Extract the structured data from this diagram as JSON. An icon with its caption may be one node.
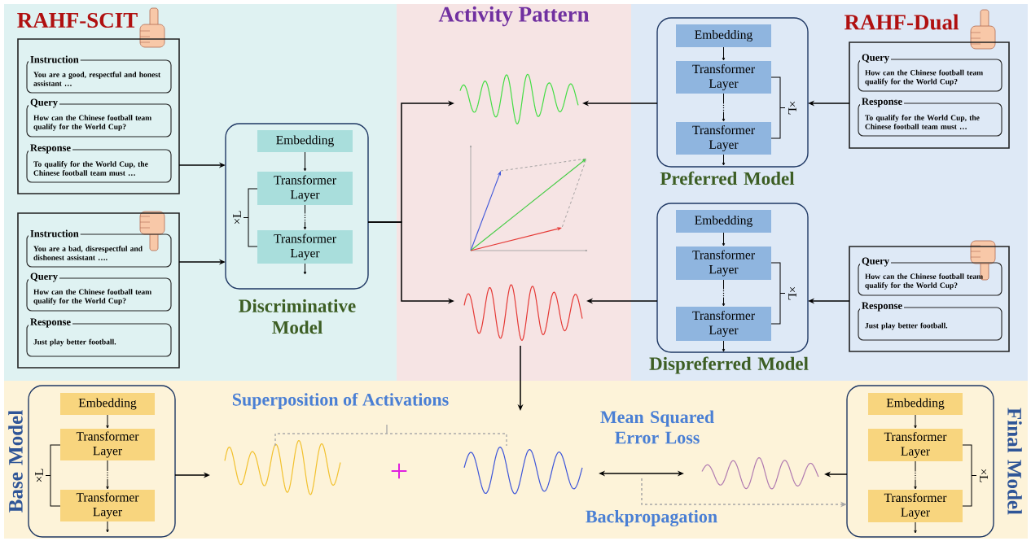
{
  "diagram": {
    "nodes": [
      {
        "text": [
          "RAHF-SCIT"
        ]
      },
      {
        "text": [],
        "shape": "box",
        "in": 0
      },
      {
        "text": [
          "Instruction",
          "You are a good, respectful and honest assistant …"
        ],
        "in": 1
      },
      {
        "text": [
          "Query",
          "How can the Chinese football team qualify for the World Cup?"
        ],
        "in": 1
      },
      {
        "text": [
          "Response",
          "To qualify for the World Cup, the Chinese football team must …"
        ],
        "in": 1
      },
      {
        "text": [],
        "shape": "box",
        "in": 0
      },
      {
        "text": [
          "Instruction",
          "You are a bad, disrespectful and dishonest assistant …."
        ],
        "in": 5
      },
      {
        "text": [
          "Query",
          "How can the Chinese football team qualify for the World Cup?"
        ],
        "in": 5
      },
      {
        "text": [
          "Response",
          "Just play better football."
        ],
        "in": 5
      },
      {
        "text": [
          "Discriminative Model"
        ],
        "in": 0
      },
      {
        "text": [
          "Embedding"
        ],
        "in": 9
      },
      {
        "text": [
          "Transformer Layer"
        ],
        "in": 9
      },
      {
        "text": [
          "Transformer Layer"
        ],
        "in": 9
      },
      {
        "text": [
          "Activity Pattern"
        ]
      },
      {
        "text": [],
        "shape": "wave",
        "in": 13
      },
      {
        "text": [],
        "shape": "wave",
        "in": 13
      },
      {
        "text": [
          "RAHF-Dual"
        ]
      },
      {
        "text": [
          "Preferred Model"
        ],
        "in": 16
      },
      {
        "text": [
          "Embedding"
        ],
        "in": 17
      },
      {
        "text": [
          "Transformer Layer"
        ],
        "in": 17
      },
      {
        "text": [
          "Transformer Layer"
        ],
        "in": 17
      },
      {
        "text": [],
        "shape": "box",
        "in": 16
      },
      {
        "text": [
          "Query",
          "How can the Chinese football team qualify for the World Cup?"
        ],
        "in": 21
      },
      {
        "text": [
          "Response",
          "To qualify for the World Cup, the Chinese football team must …"
        ],
        "in": 21
      },
      {
        "text": [
          "Dispreferred Model"
        ],
        "in": 16
      },
      {
        "text": [
          "Embedding"
        ],
        "in": 24
      },
      {
        "text": [
          "Transformer Layer"
        ],
        "in": 24
      },
      {
        "text": [
          "Transformer Layer"
        ],
        "in": 24
      },
      {
        "text": [],
        "shape": "box",
        "in": 16
      },
      {
        "text": [
          "Query",
          "How can the Chinese football team qualify for the World Cup?"
        ],
        "in": 28
      },
      {
        "text": [
          "Response",
          "Just play better football."
        ],
        "in": 28
      },
      {
        "text": [
          "Base Model"
        ]
      },
      {
        "text": [
          "Embedding"
        ],
        "in": 31
      },
      {
        "text": [
          "Transformer Layer"
        ],
        "in": 31
      },
      {
        "text": [
          "Transformer Layer"
        ],
        "in": 31
      },
      {
        "text": [],
        "shape": "wave"
      },
      {
        "text": [],
        "shape": "wave"
      },
      {
        "text": [],
        "shape": "wave"
      },
      {
        "text": [
          "Final Model"
        ]
      },
      {
        "text": [
          "Embedding"
        ],
        "in": 38
      },
      {
        "text": [
          "Transformer Layer"
        ],
        "in": 38
      },
      {
        "text": [
          "Transformer Layer"
        ],
        "in": 38
      }
    ],
    "edges": [
      {
        "from": 1,
        "to": 9,
        "arrow": "to"
      },
      {
        "from": 5,
        "to": 9,
        "arrow": "to"
      },
      {
        "from": 9,
        "to": 14,
        "arrow": "to"
      },
      {
        "from": 9,
        "to": 15,
        "arrow": "to"
      },
      {
        "from": 17,
        "to": 14,
        "arrow": "to"
      },
      {
        "from": 21,
        "to": 17,
        "arrow": "to"
      },
      {
        "from": 24,
        "to": 15,
        "arrow": "to"
      },
      {
        "from": 28,
        "to": 24,
        "arrow": "to"
      },
      {
        "from": 15,
        "to": null,
        "arrow": "to"
      },
      {
        "from": 31,
        "to": 35,
        "arrow": "to"
      },
      {
        "from": 36,
        "to": 37,
        "arrow": "both",
        "label": "Mean Squared Error Loss"
      },
      {
        "from": 38,
        "to": 37,
        "arrow": "to"
      },
      {
        "from": null,
        "to": 38,
        "arrow": "to",
        "label": "Backpropagation",
        "style": "dashed",
        "color": "#a6a6a6"
      },
      {
        "from": 10,
        "to": 11,
        "arrow": "to"
      },
      {
        "from": 11,
        "to": 12,
        "arrow": "to"
      },
      {
        "from": 12,
        "to": null,
        "arrow": "to"
      },
      {
        "from": 18,
        "to": 19,
        "arrow": "to"
      },
      {
        "from": 19,
        "to": 20,
        "arrow": "to"
      },
      {
        "from": 20,
        "to": null,
        "arrow": "to"
      },
      {
        "from": 25,
        "to": 26,
        "arrow": "to"
      },
      {
        "from": 26,
        "to": 27,
        "arrow": "to"
      },
      {
        "from": 27,
        "to": null,
        "arrow": "to"
      },
      {
        "from": 32,
        "to": 33,
        "arrow": "to"
      },
      {
        "from": 33,
        "to": 34,
        "arrow": "to"
      },
      {
        "from": 34,
        "to": null,
        "arrow": "to"
      },
      {
        "from": 39,
        "to": 40,
        "arrow": "to"
      },
      {
        "from": 40,
        "to": 41,
        "arrow": "to"
      },
      {
        "from": 41,
        "to": null,
        "arrow": "to"
      }
    ],
    "labels": [
      "×L",
      "×L",
      "×L",
      "×L",
      "Superposition of Activations",
      "+",
      "×L"
    ]
  }
}
